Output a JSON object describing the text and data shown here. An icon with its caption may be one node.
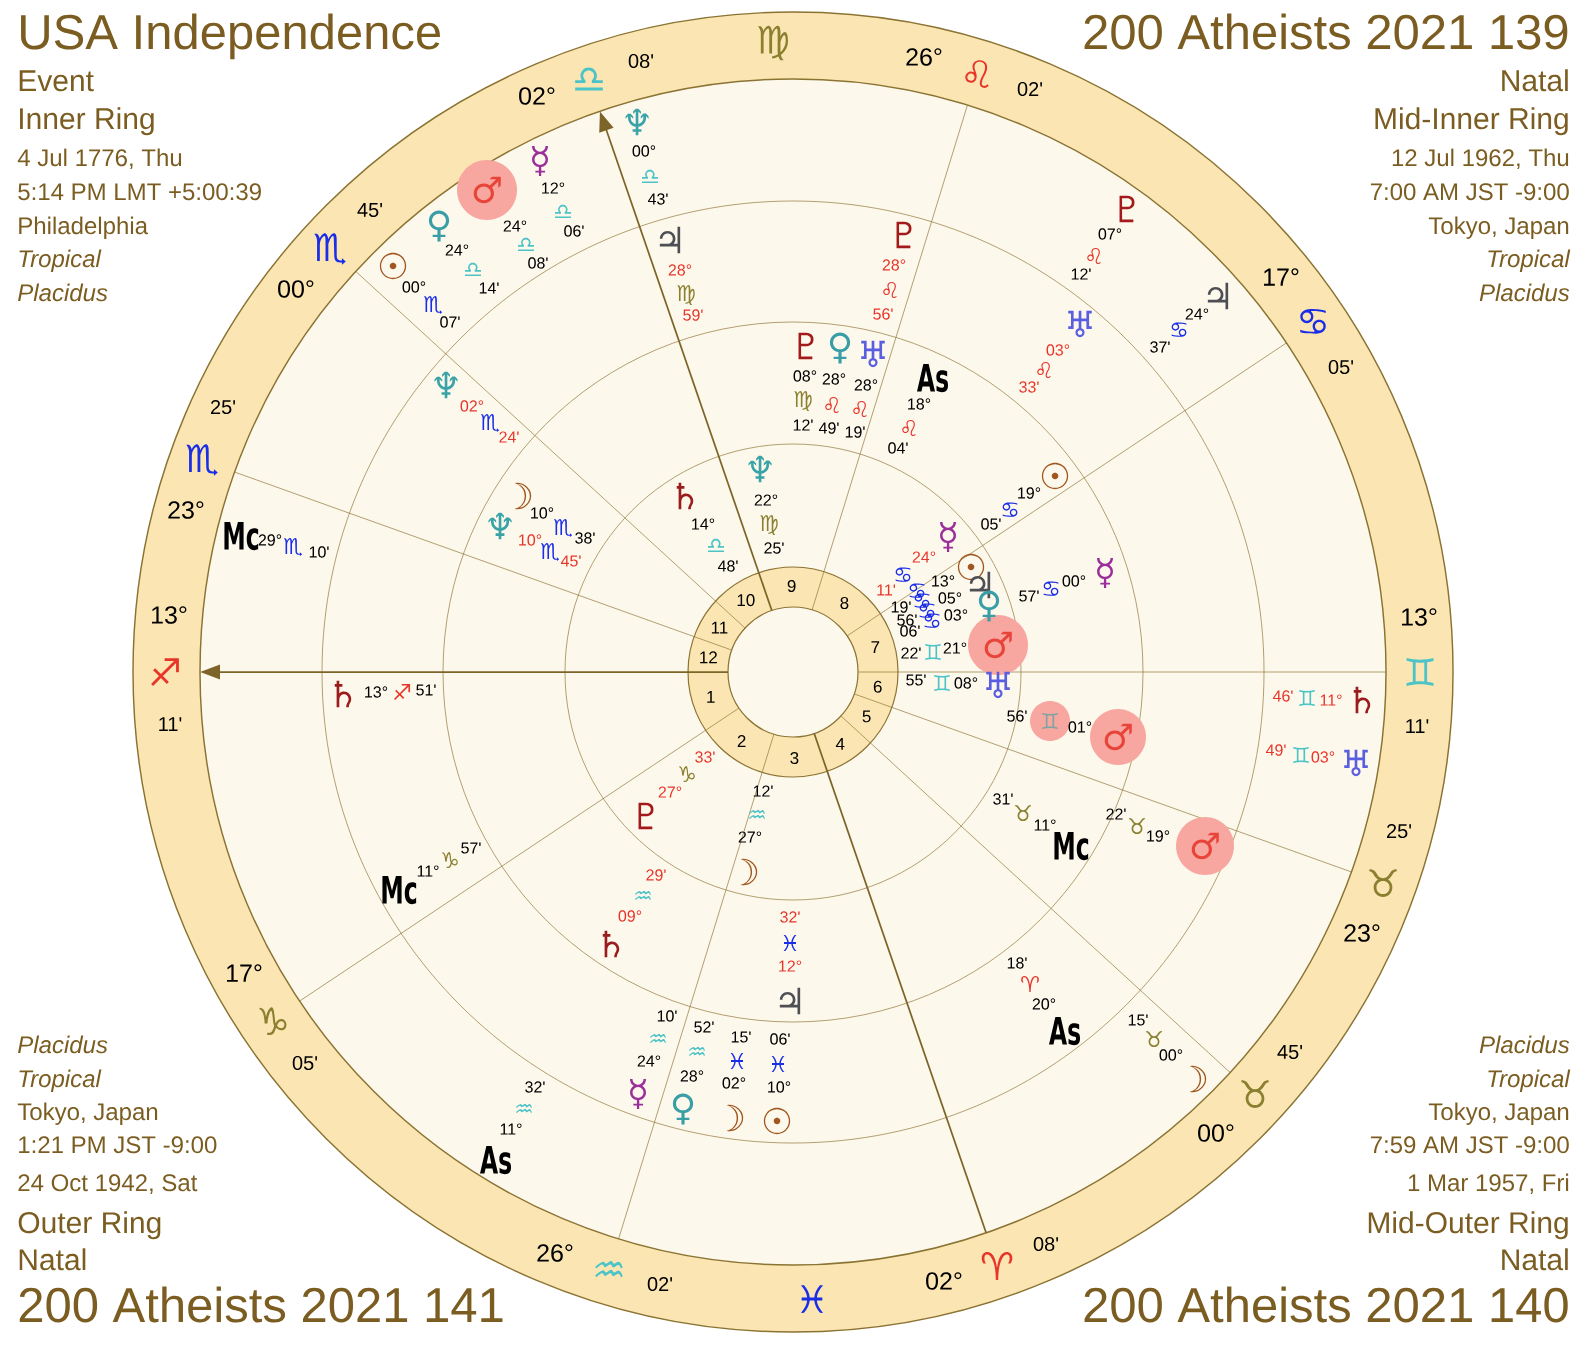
{
  "diagram": {
    "nodes": [
      {
        "text": [
          "♂"
        ],
        "beside": [
          "24°",
          "♎",
          "08'"
        ]
      },
      {
        "text": [
          "♂"
        ],
        "beside": [
          "21°",
          "♊",
          "22'"
        ]
      },
      {
        "text": [
          "♊"
        ],
        "beside": [
          "56'"
        ]
      },
      {
        "text": [
          "♂"
        ],
        "beside": [
          "01°"
        ]
      },
      {
        "text": [
          "♂"
        ],
        "beside": [
          "19°",
          "♉",
          "22'"
        ]
      }
    ],
    "labels": [
      "USA Independence",
      "Event",
      "Inner Ring",
      "4 Jul 1776, Thu",
      "5:14 PM LMT +5:00:39",
      "Philadelphia",
      "Tropical",
      "Placidus",
      "200 Atheists 2021 139",
      "Natal",
      "Mid-Inner Ring",
      "12 Jul 1962, Thu",
      "7:00 AM JST -9:00",
      "Tokyo, Japan",
      "Tropical",
      "Placidus",
      "00°",
      "♏",
      "45'",
      "02°",
      "♎",
      "08'",
      "♍",
      "26°",
      "♌",
      "02'",
      "17°",
      "♋",
      "05'",
      "13°",
      "♊",
      "11'",
      "25'",
      "♉",
      "23°",
      "45'",
      "♉",
      "00°",
      "08'",
      "♈",
      "02°",
      "♓",
      "02'",
      "♒",
      "26°",
      "05'",
      "♑",
      "17°",
      "11'",
      "♐",
      "13°",
      "23°",
      "♏",
      "25'",
      "☿",
      "12°",
      "♎",
      "06'",
      "♀",
      "24°",
      "♎",
      "14'",
      "☉",
      "00°",
      "♏",
      "07'",
      "♆",
      "00°",
      "♎",
      "43'",
      "♃",
      "28°",
      "♍",
      "59'",
      "♇",
      "28°",
      "♌",
      "56'",
      "♇",
      "07°",
      "♌",
      "12'",
      "♃",
      "24°",
      "♋",
      "37'",
      "♅",
      "03°",
      "♌",
      "33'",
      "♆",
      "02°",
      "♏",
      "24'",
      "☽",
      "10°",
      "♏",
      "38'",
      "♆",
      "10°",
      "♏",
      "45'",
      "Mc",
      "29°",
      "♏",
      "10'",
      "♇",
      "08°",
      "♍",
      "12'",
      "♀",
      "28°",
      "♌",
      "49'",
      "♅",
      "28°",
      "♌",
      "19'",
      "As",
      "18°",
      "♌",
      "04'",
      "♄",
      "14°",
      "♎",
      "48'",
      "♆",
      "22°",
      "♍",
      "25'",
      "☉",
      "19°",
      "♋",
      "05'",
      "☿",
      "00°",
      "♋",
      "57'",
      "☿",
      "24°",
      "♋",
      "11'",
      "☉",
      "13°",
      "♋",
      "19'",
      "♃",
      "05°",
      "♋",
      "56'",
      "♀",
      "03°",
      "♋",
      "06'",
      "♋",
      "♄",
      "13°",
      "♐",
      "51'",
      "♅",
      "08°",
      "♊",
      "55'",
      "♄",
      "11°",
      "♊",
      "46'",
      "♅",
      "03°",
      "♊",
      "49'",
      "Mc",
      "11°",
      "♉",
      "31'",
      "♇",
      "27°",
      "♑",
      "33'",
      "☽",
      "27°",
      "♒",
      "12'",
      "Mc",
      "11°",
      "♑",
      "57'",
      "♄",
      "09°",
      "♒",
      "29'",
      "♃",
      "12°",
      "♓",
      "32'",
      "As",
      "20°",
      "♈",
      "18'",
      "☽",
      "00°",
      "♉",
      "15'",
      "☿",
      "24°",
      "♒",
      "10'",
      "♀",
      "28°",
      "♒",
      "52'",
      "☽",
      "02°",
      "♓",
      "15'",
      "☉",
      "10°",
      "♓",
      "06'",
      "As",
      "11°",
      "♒",
      "32'",
      "1",
      "2",
      "3",
      "4",
      "5",
      "6",
      "7",
      "8",
      "9",
      "10",
      "11",
      "12",
      "Placidus",
      "Tropical",
      "Tokyo, Japan",
      "1:21 PM JST -9:00",
      "24 Oct 1942, Sat",
      "Outer Ring",
      "Natal",
      "200 Atheists 2021 141",
      "Placidus",
      "Tropical",
      "Tokyo, Japan",
      "7:59 AM JST -9:00",
      "1 Mar 1957, Fri",
      "Mid-Outer Ring",
      "Natal",
      "200 Atheists 2021 140"
    ]
  }
}
